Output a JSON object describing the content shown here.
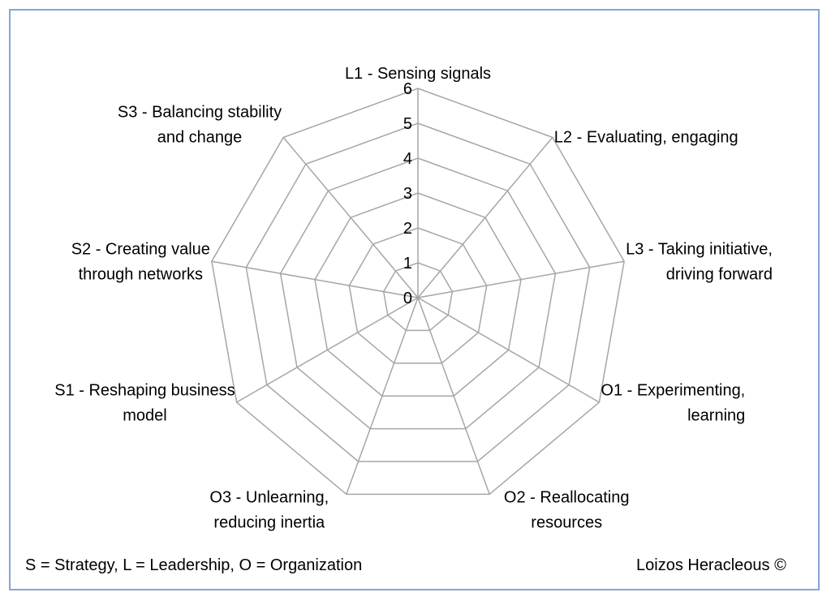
{
  "chart_data": {
    "type": "radar",
    "axes": [
      {
        "label_lines": [
          "L1 - Sensing signals"
        ]
      },
      {
        "label_lines": [
          "L2 - Evaluating, engaging"
        ]
      },
      {
        "label_lines": [
          "L3 - Taking initiative,",
          "driving forward"
        ]
      },
      {
        "label_lines": [
          "O1 - Experimenting,",
          "learning"
        ]
      },
      {
        "label_lines": [
          "O2 - Reallocating",
          "resources"
        ]
      },
      {
        "label_lines": [
          "O3 - Unlearning,",
          "reducing inertia"
        ]
      },
      {
        "label_lines": [
          "S1 - Reshaping business",
          "model"
        ]
      },
      {
        "label_lines": [
          "S2 - Creating value",
          "through networks"
        ]
      },
      {
        "label_lines": [
          "S3 - Balancing stability",
          "and change"
        ]
      }
    ],
    "ticks": [
      "0",
      "1",
      "2",
      "3",
      "4",
      "5",
      "6"
    ],
    "rmin": 0,
    "rmax": 6,
    "series": [],
    "grid": true,
    "grid_color": "#a6a6a6"
  },
  "footer": {
    "legend_note": "S = Strategy, L = Leadership, O = Organization",
    "copyright": "Loizos Heracleous ©"
  },
  "frame_color": "#86a7d3"
}
